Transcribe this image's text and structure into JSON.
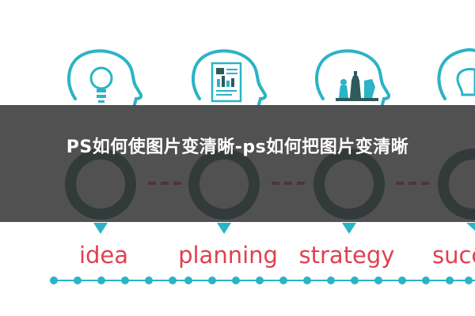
{
  "page": {
    "title": "PS如何使图片变清晰-ps如何把图片变清晰"
  },
  "infographic": {
    "stages": [
      {
        "label": "idea",
        "icon": "lightbulb-icon"
      },
      {
        "label": "planning",
        "icon": "document-chart-icon"
      },
      {
        "label": "strategy",
        "icon": "chess-pieces-icon"
      },
      {
        "label": "succ",
        "icon": "head-icon"
      }
    ],
    "connector": "---",
    "colors": {
      "teal": "#2bb3c6",
      "dark_teal": "#2e5a5a",
      "red": "#e0404f",
      "banner": "#343434"
    }
  }
}
